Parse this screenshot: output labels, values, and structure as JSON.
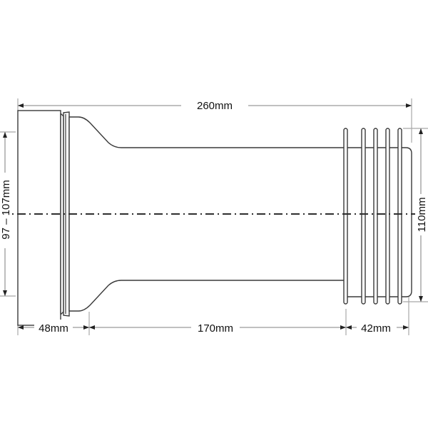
{
  "diagram": {
    "type": "technical-drawing",
    "subject": "pan connector pipe side elevation",
    "colors": {
      "outline": "#3a3a3a",
      "dimension_line": "#9a9a9a",
      "text": "#111111",
      "background": "#ffffff"
    },
    "dimensions": {
      "overall_length": "260mm",
      "inlet_diameter": "97 – 107mm",
      "outlet_diameter": "110mm",
      "socket_length": "48mm",
      "body_length": "170mm",
      "fin_section_length": "42mm"
    },
    "features": {
      "centerline": "dash-dot axis",
      "fins_count": 5
    }
  }
}
